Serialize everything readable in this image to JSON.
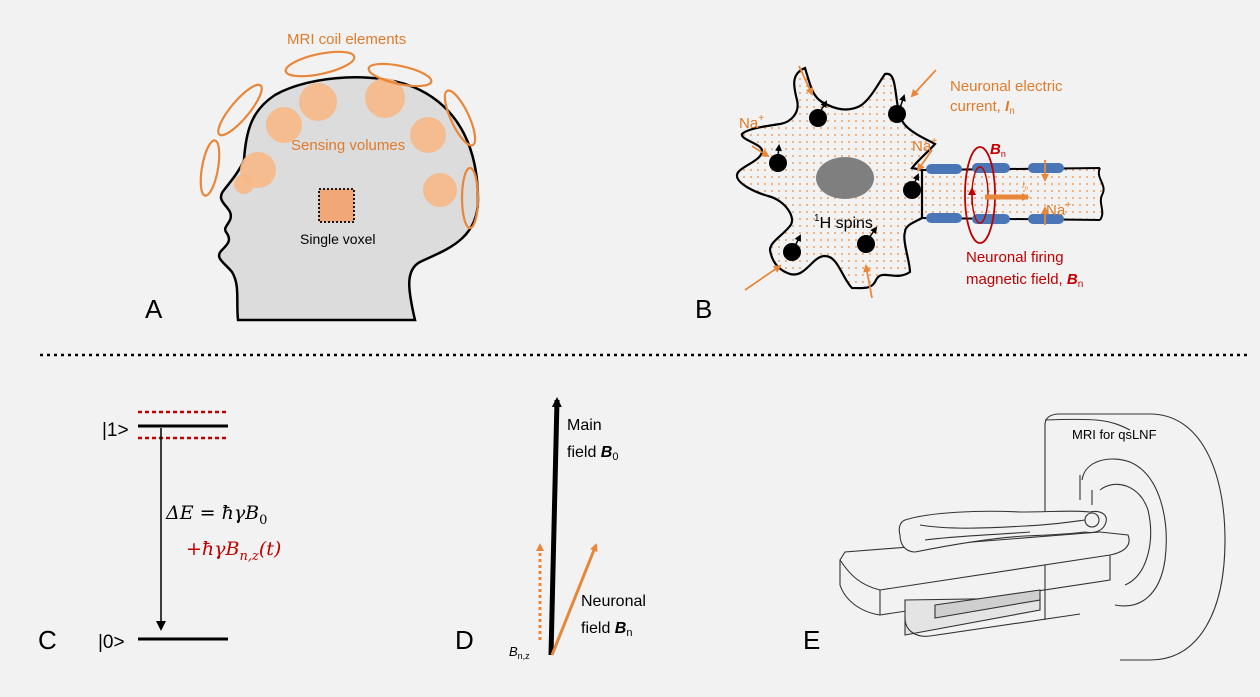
{
  "colors": {
    "background": "#f2f2f2",
    "orange": "#e8873a",
    "sensing_fill": "#f5b98a",
    "red": "#c00000",
    "myelin_blue": "#4a76b8",
    "head_fill": "#dcdcdc",
    "body_dots": "#e8873a"
  },
  "panel_a": {
    "letter": "A",
    "coil_label": "MRI coil elements",
    "sensing_label": "Sensing volumes",
    "voxel_label": "Single voxel"
  },
  "panel_b": {
    "letter": "B",
    "current_label_line1": "Neuronal electric",
    "current_label_line2_prefix": "current, ",
    "current_symbol": "I",
    "current_subscript": "n",
    "na": "Na",
    "na_sup": "+",
    "spins_sup": "1",
    "spins_label": "H spins",
    "bn_symbol": "B",
    "bn_sub": "n",
    "in_small": "I",
    "in_small_sub": "n",
    "field_label_line1": "Neuronal firing",
    "field_label_line2_prefix": "magnetic field, ",
    "field_symbol": "B",
    "field_subscript": "n"
  },
  "panel_c": {
    "letter": "C",
    "level1": "|1>",
    "level0": "|0>",
    "eq_line1": "ΔE = ħγB",
    "eq_line1_sub": "0",
    "eq_line2": "+ħγB",
    "eq_line2_sub": "n,z",
    "eq_line2_suffix": "(t)"
  },
  "panel_d": {
    "letter": "D",
    "main_line1": "Main",
    "main_line2_prefix": "field ",
    "main_symbol": "B",
    "main_sub": "0",
    "neuronal_line1": "Neuronal",
    "neuronal_line2_prefix": "field ",
    "neuronal_symbol": "B",
    "neuronal_sub": "n",
    "bnz_symbol": "B",
    "bnz_sub": "n,z"
  },
  "panel_e": {
    "letter": "E",
    "scanner_label": "MRI for qsLNF"
  }
}
